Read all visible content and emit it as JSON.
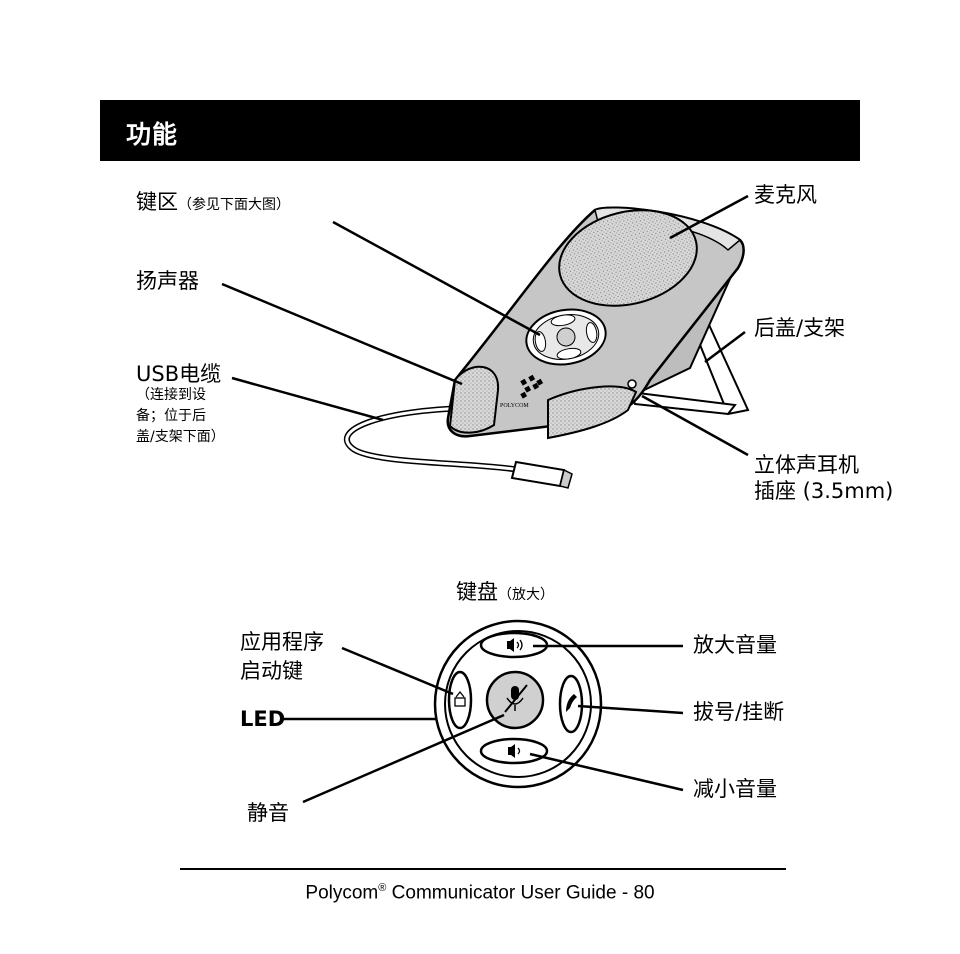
{
  "header": {
    "title": "功能"
  },
  "device_labels": {
    "keypad_area": "键区",
    "keypad_area_note": "（参见下面大图）",
    "speaker": "扬声器",
    "usb_cable": "USB电缆",
    "usb_note_line1": "（连接到设",
    "usb_note_line2": "备；位于后",
    "usb_note_line3": "盖/支架下面）",
    "microphone": "麦克风",
    "back_cover": "后盖/支架",
    "stereo_jack_line1": "立体声耳机",
    "stereo_jack_line2": "插座 (3.5mm)",
    "logo_text": "POLYCOM"
  },
  "keypad_labels": {
    "title": "键盘",
    "title_note": "（放大）",
    "app_launch_line1": "应用程序",
    "app_launch_line2": "启动键",
    "led": "LED",
    "mute": "静音",
    "volume_up": "放大音量",
    "dial_hangup": "拔号/挂断",
    "volume_down": "减小音量"
  },
  "footer": {
    "brand": "Polycom",
    "registered": "®",
    "text": " Communicator User Guide - 80"
  }
}
